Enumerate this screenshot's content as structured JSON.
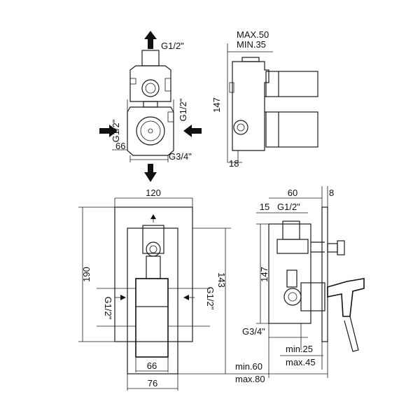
{
  "labels": {
    "top_view": {
      "outlet_top": "G1/2\"",
      "inlet_left": "G1/2\"",
      "inlet_right": "G1/2\"",
      "depth_66": "66",
      "outlet_bottom": "G3/4\""
    },
    "top_side": {
      "max": "MAX.50",
      "min": "MIN.35",
      "height_147": "147",
      "base_18": "18"
    },
    "front": {
      "width_120": "120",
      "height_190": "190",
      "height_143": "143",
      "inlet_left": "G1/2\"",
      "inlet_right": "G1/2\"",
      "width_66": "66",
      "width_76": "76"
    },
    "side": {
      "depth_60": "60",
      "plate_8": "8",
      "offset_15": "15",
      "outlet_top": "G1/2\"",
      "height_147": "147",
      "outlet_bottom": "G3/4\"",
      "min25": "min.25",
      "max45": "max.45",
      "min60": "min.60",
      "max80": "max.80"
    }
  }
}
